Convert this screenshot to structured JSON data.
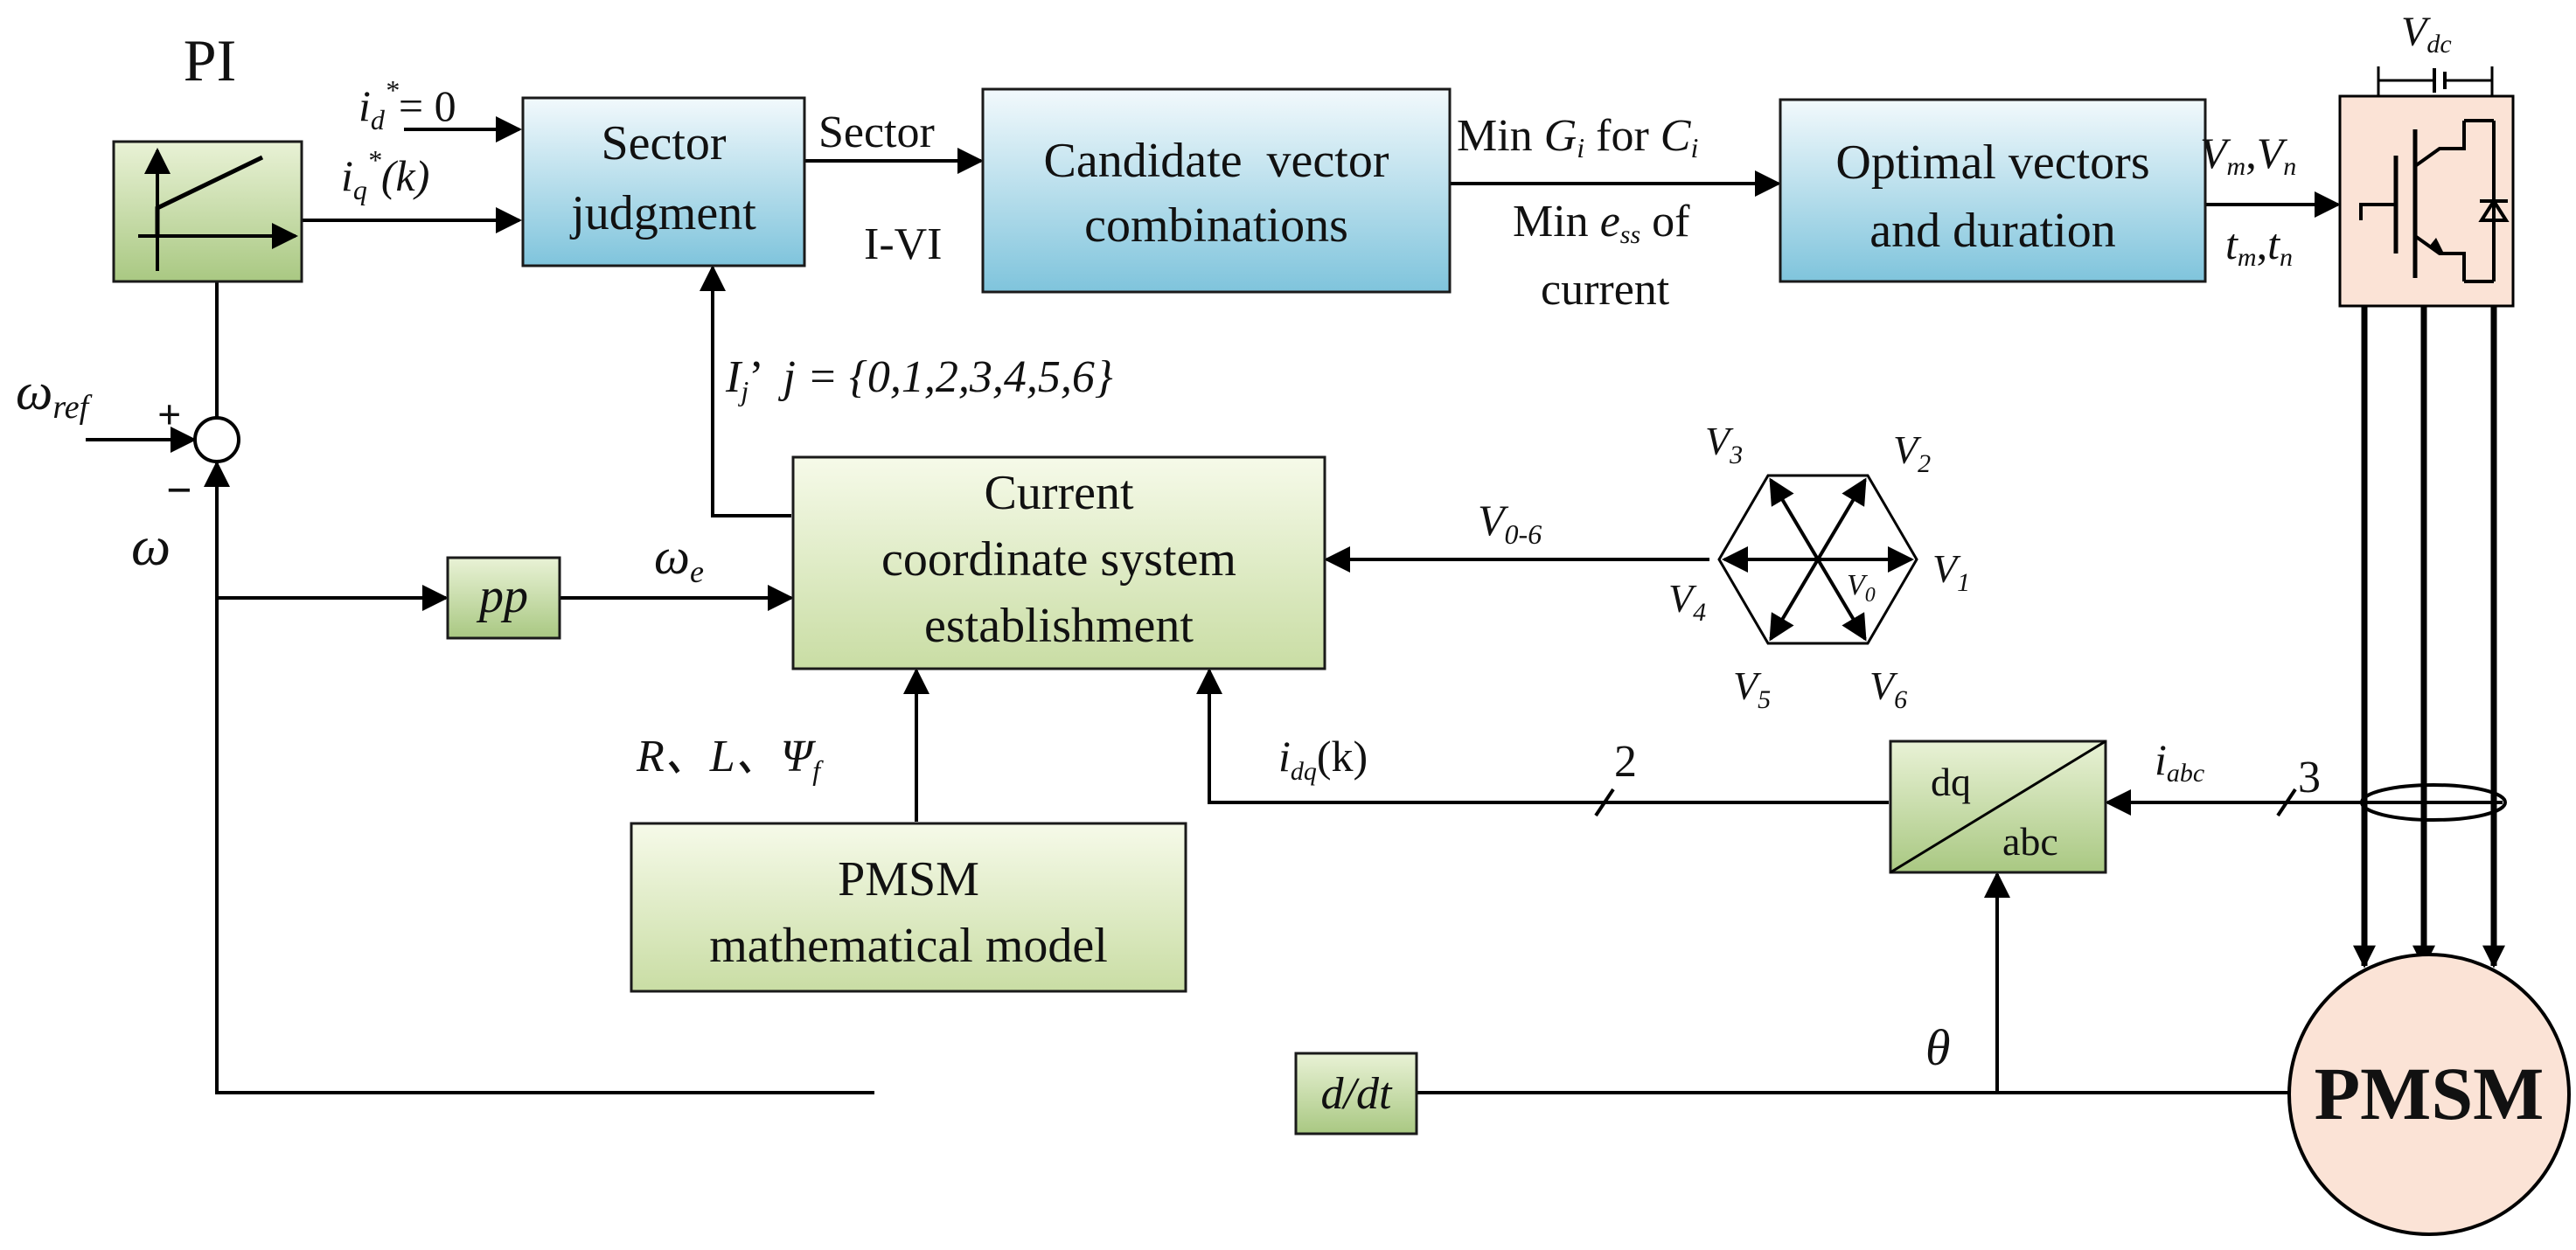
{
  "blocks": {
    "pi_label": "PI",
    "sector_judgment": [
      "Sector",
      "judgment"
    ],
    "candidate": [
      "Candidate  vector",
      "combinations"
    ],
    "optimal": [
      "Optimal vectors",
      "and duration"
    ],
    "current_coord": [
      "Current",
      "coordinate system",
      "establishment"
    ],
    "pmsm_model": [
      "PMSM",
      "mathematical model"
    ],
    "pp": "pp",
    "ddt": "d/dt",
    "dq_top": "dq",
    "dq_bottom": "abc",
    "motor": "PMSM"
  },
  "signals": {
    "id_ref_i": "i",
    "id_ref_sub": "d",
    "id_ref_tail": "= 0",
    "iq_ref_i": "i",
    "iq_ref_sub": "q",
    "iq_ref_tail": "(k)",
    "star": "*",
    "sector": "Sector",
    "sector_range": "I-VI",
    "min_g_a": "Min ",
    "min_g_G": "G",
    "min_g_i": "i",
    "min_g_for": " for ",
    "min_g_C": "C",
    "min_ess_a": "Min ",
    "min_ess_e": "e",
    "min_ess_sub": "ss",
    "min_ess_of": " of",
    "min_ess_b": "current",
    "vm_V": "V",
    "vm_m": "m",
    "vm_comma": ",",
    "vm_n": "n",
    "tm_t": "t",
    "tm_m": "m",
    "tm_n": "n",
    "vdc_V": "V",
    "vdc_sub": "dc",
    "omega_ref": "ω",
    "omega_ref_sub": "ref",
    "plus": "+",
    "minus": "−",
    "omega": "ω",
    "omega_e": "ω",
    "omega_e_sub": "e",
    "ij_I": "I",
    "ij_j": "j",
    "ij_prime": "’",
    "ij_set": "j = {0,1,2,3,4,5,6}",
    "v06_V": "V",
    "v06_sub": "0-6",
    "params": "R、L、Ψ",
    "params_sub": "f",
    "idq_i": "i",
    "idq_sub": "dq",
    "idq_tail": "(k)",
    "two": "2",
    "iabc_i": "i",
    "iabc_sub": "abc",
    "three": "3",
    "theta": "θ"
  },
  "hexagon": {
    "V": "V",
    "v0": "0",
    "v1": "1",
    "v2": "2",
    "v3": "3",
    "v4": "4",
    "v5": "5",
    "v6": "6"
  }
}
